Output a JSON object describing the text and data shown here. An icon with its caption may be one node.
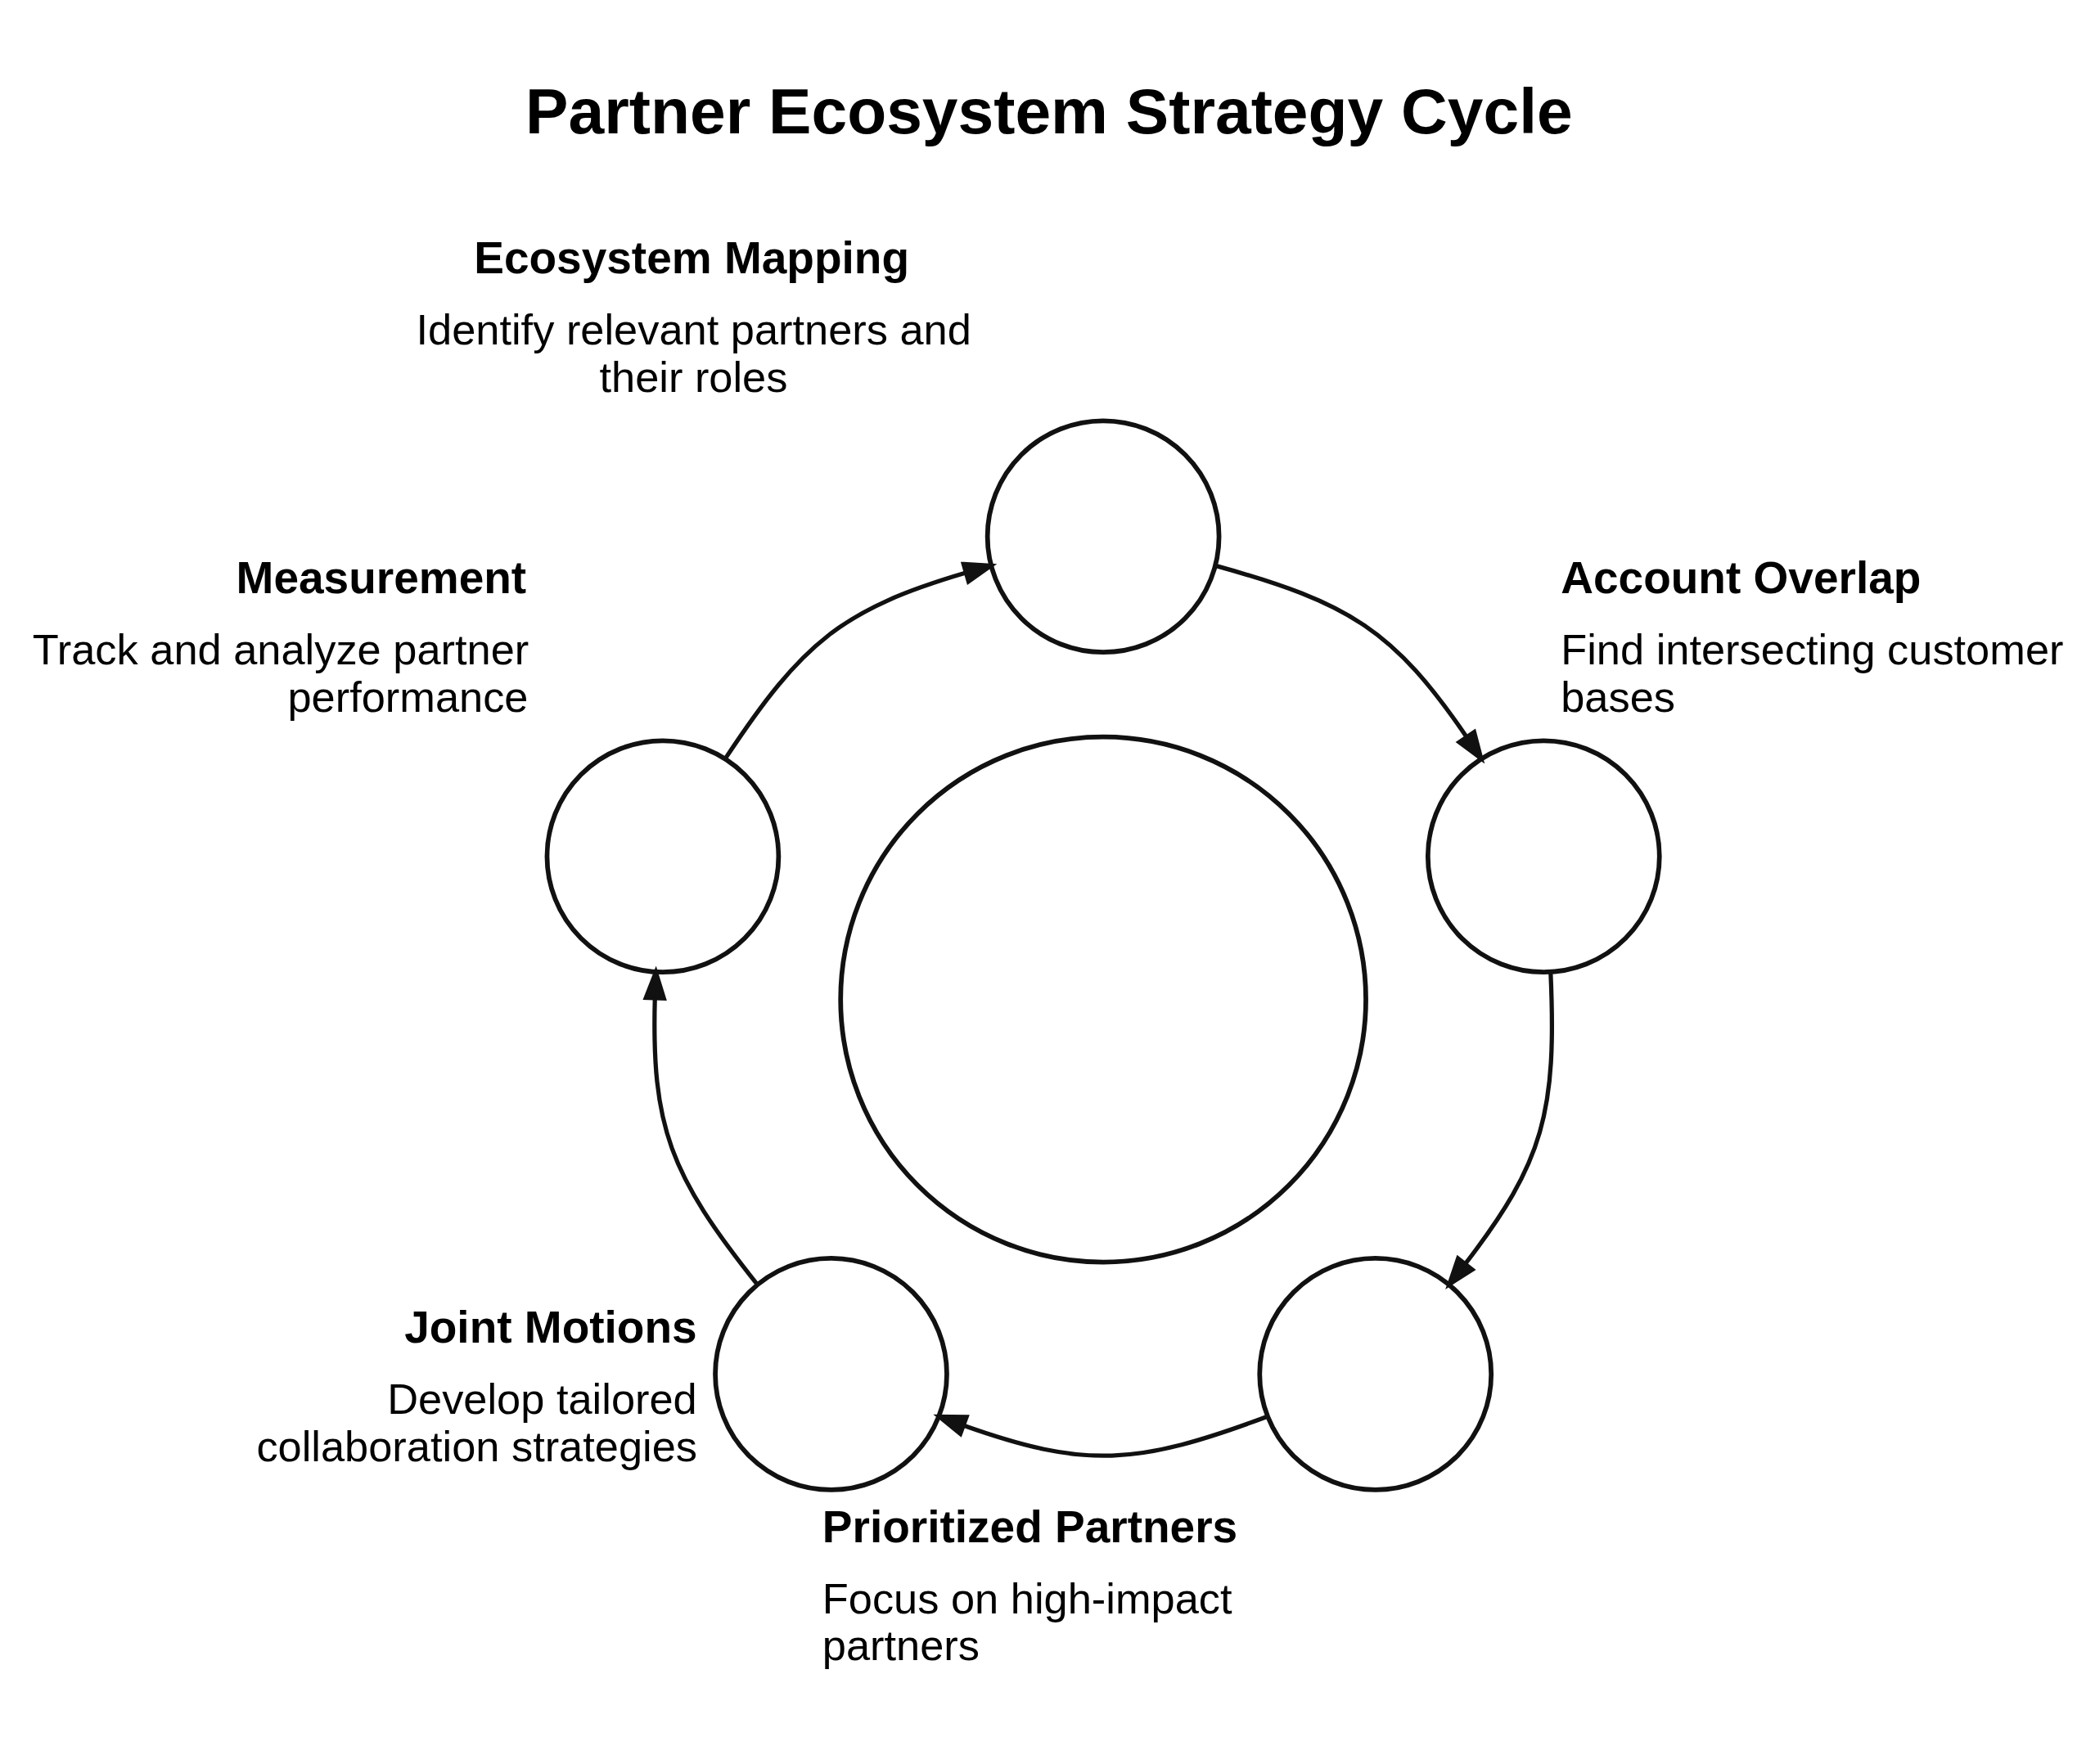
{
  "diagram": {
    "title": "Partner Ecosystem Strategy Cycle",
    "nodes": [
      {
        "text": [
          "Ecosystem Mapping",
          "Identify relevant partners and their roles"
        ]
      },
      {
        "text": [
          "Measurement",
          "Track and analyze partner performance"
        ]
      },
      {
        "text": [],
        "shape": "circle"
      },
      {
        "text": [
          "Account Overlap",
          "Find intersecting customer bases"
        ]
      },
      {
        "text": [
          "Joint Motions",
          "Develop tailored collaboration strategies"
        ]
      },
      {
        "text": [
          "Prioritized Partners",
          "Focus on high-impact partners"
        ]
      }
    ],
    "edges": [
      {
        "from": 0,
        "to": 3,
        "arrow": "to"
      },
      {
        "from": 3,
        "to": 5,
        "arrow": "to"
      },
      {
        "from": 5,
        "to": 4,
        "arrow": "to"
      },
      {
        "from": 4,
        "to": 1,
        "arrow": "to"
      },
      {
        "from": 1,
        "to": 0,
        "arrow": "to"
      }
    ]
  }
}
